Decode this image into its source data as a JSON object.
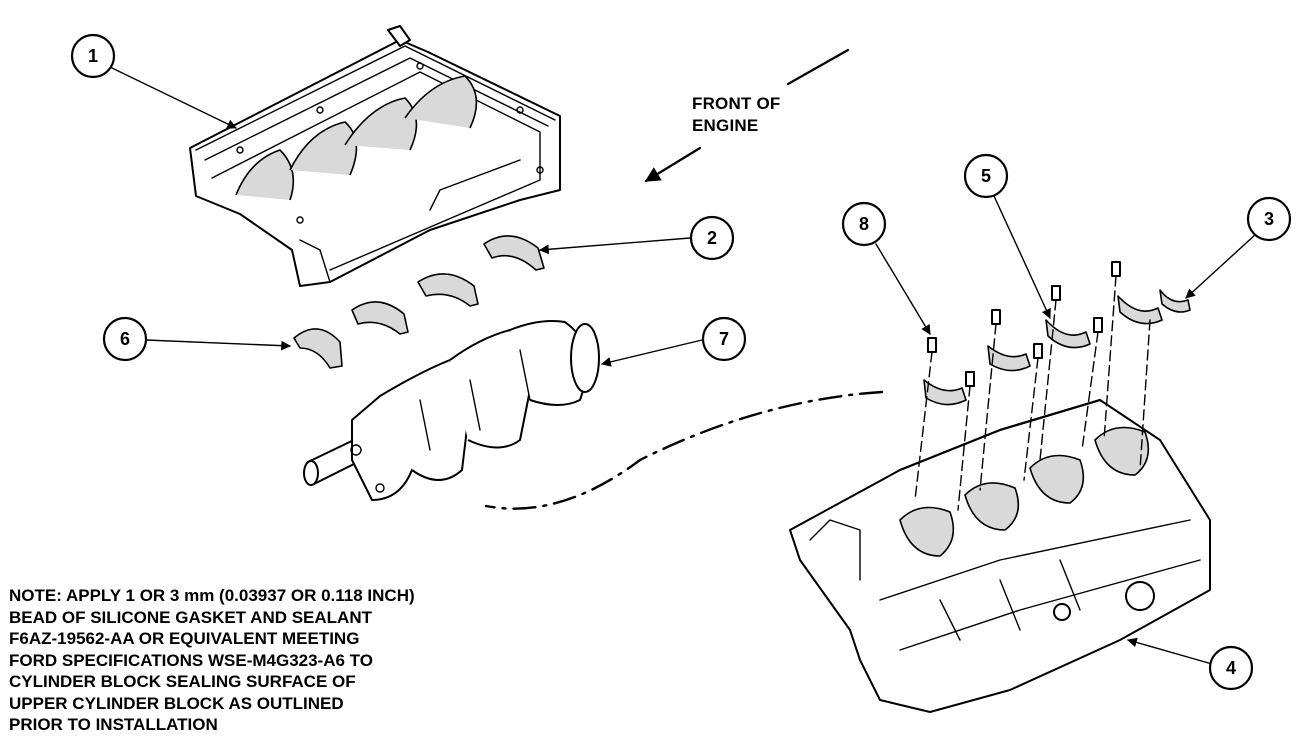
{
  "front_label": {
    "line1": "FRONT OF",
    "line2": "ENGINE"
  },
  "callouts": [
    {
      "number": "1",
      "part": "upper-cylinder-block"
    },
    {
      "number": "2",
      "part": "upper-main-bearing"
    },
    {
      "number": "3",
      "part": "lower-main-bearing"
    },
    {
      "number": "4",
      "part": "cylinder-block"
    },
    {
      "number": "5",
      "part": "lower-main-bearing"
    },
    {
      "number": "6",
      "part": "upper-main-bearing"
    },
    {
      "number": "7",
      "part": "crankshaft"
    },
    {
      "number": "8",
      "part": "lower-main-bearing"
    }
  ],
  "note_lines": [
    "NOTE: APPLY 1 OR 3 mm (0.03937 OR 0.118 INCH)",
    "BEAD OF SILICONE GASKET AND SEALANT",
    "F6AZ-19562-AA OR EQUIVALENT MEETING",
    "FORD SPECIFICATIONS WSE-M4G323-A6 TO",
    "CYLINDER BLOCK SEALING SURFACE OF",
    "UPPER CYLINDER BLOCK AS OUTLINED",
    "PRIOR TO INSTALLATION"
  ],
  "colors": {
    "ink": "#000000",
    "paper": "#ffffff",
    "shade": "#d9d9d9"
  }
}
